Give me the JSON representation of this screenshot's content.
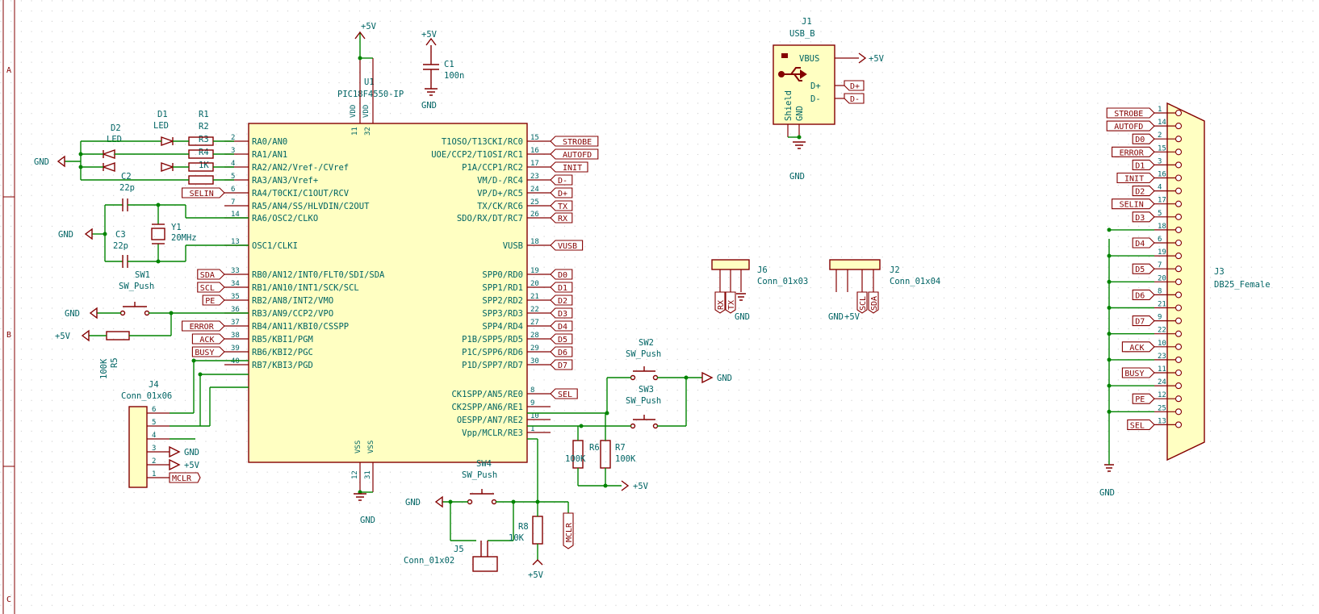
{
  "frame": {
    "rows": [
      "A",
      "B",
      "C"
    ]
  },
  "mcu": {
    "ref": "U1",
    "value": "PIC18F4550-IP",
    "left_pins": [
      {
        "name": "RA0/AN0",
        "num": "2"
      },
      {
        "name": "RA1/AN1",
        "num": "3"
      },
      {
        "name": "RA2/AN2/Vref-/CVref",
        "num": "4"
      },
      {
        "name": "RA3/AN3/Vref+",
        "num": "5"
      },
      {
        "name": "RA4/T0CKI/C1OUT/RCV",
        "num": "6"
      },
      {
        "name": "RA5/AN4/SS/HLVDIN/C2OUT",
        "num": "7"
      },
      {
        "name": "RA6/OSC2/CLKO",
        "num": "14"
      },
      {
        "name": "OSC1/CLKI",
        "num": "13"
      },
      {
        "name": "RB0/AN12/INT0/FLT0/SDI/SDA",
        "num": "33"
      },
      {
        "name": "RB1/AN10/INT1/SCK/SCL",
        "num": "34"
      },
      {
        "name": "RB2/AN8/INT2/VMO",
        "num": "35"
      },
      {
        "name": "RB3/AN9/CCP2/VPO",
        "num": "36"
      },
      {
        "name": "RB4/AN11/KBI0/CSSPP",
        "num": "37"
      },
      {
        "name": "RB5/KBI1/PGM",
        "num": "38"
      },
      {
        "name": "RB6/KBI2/PGC",
        "num": "39"
      },
      {
        "name": "RB7/KBI3/PGD",
        "num": "40"
      }
    ],
    "right_pins": [
      {
        "name": "T1OSO/T13CKI/RC0",
        "num": "15"
      },
      {
        "name": "UOE/CCP2/T1OSI/RC1",
        "num": "16"
      },
      {
        "name": "P1A/CCP1/RC2",
        "num": "17"
      },
      {
        "name": "VM/D-/RC4",
        "num": "23"
      },
      {
        "name": "VP/D+/RC5",
        "num": "24"
      },
      {
        "name": "TX/CK/RC6",
        "num": "25"
      },
      {
        "name": "SDO/RX/DT/RC7",
        "num": "26"
      },
      {
        "name": "VUSB",
        "num": "18"
      },
      {
        "name": "SPP0/RD0",
        "num": "19"
      },
      {
        "name": "SPP1/RD1",
        "num": "20"
      },
      {
        "name": "SPP2/RD2",
        "num": "21"
      },
      {
        "name": "SPP3/RD3",
        "num": "22"
      },
      {
        "name": "SPP4/RD4",
        "num": "27"
      },
      {
        "name": "P1B/SPP5/RD5",
        "num": "28"
      },
      {
        "name": "P1C/SPP6/RD6",
        "num": "29"
      },
      {
        "name": "P1D/SPP7/RD7",
        "num": "30"
      },
      {
        "name": "CK1SPP/AN5/RE0",
        "num": "8"
      },
      {
        "name": "CK2SPP/AN6/RE1",
        "num": "9"
      },
      {
        "name": "OESPP/AN7/RE2",
        "num": "10"
      },
      {
        "name": "Vpp/MCLR/RE3",
        "num": "1"
      }
    ],
    "top_pins": [
      {
        "name": "VDD",
        "num": "11"
      },
      {
        "name": "VDD",
        "num": "32"
      }
    ],
    "bottom_pins": [
      {
        "name": "VSS",
        "num": "12"
      },
      {
        "name": "VSS",
        "num": "31"
      }
    ]
  },
  "mcu_left_labels": [
    "_SELIN",
    "SDA",
    "SCL",
    "PE",
    "_ERROR",
    "_ACK",
    "BUSY"
  ],
  "mcu_right_labels": [
    "_STROBE",
    "_AUTOFD",
    "_INIT",
    "D-",
    "D+",
    "TX",
    "RX",
    "VUSB",
    "D0",
    "D1",
    "D2",
    "D3",
    "D4",
    "D5",
    "D6",
    "D7",
    "SEL"
  ],
  "power": {
    "vcc": "+5V",
    "gnd": "GND"
  },
  "c1": {
    "ref": "C1",
    "value": "100n"
  },
  "leds": {
    "d1_ref": "D1",
    "d1_val": "LED",
    "d2_ref": "D2",
    "d2_val": "LED",
    "r1": "R1",
    "r2": "R2",
    "r3": "R3",
    "r4": "R4",
    "r_val": "1K",
    "c2": "C2",
    "c2_val": "22p",
    "c3": "C3",
    "c3_val": "22p",
    "y1": "Y1",
    "y1_val": "20MHz"
  },
  "sw1": {
    "ref": "SW1",
    "value": "SW_Push"
  },
  "r5": {
    "ref": "R5",
    "value": "100K"
  },
  "j4": {
    "ref": "J4",
    "value": "Conn_01x06",
    "label": "MCLR"
  },
  "sw2": {
    "ref": "SW2",
    "value": "SW_Push"
  },
  "sw3": {
    "ref": "SW3",
    "value": "SW_Push"
  },
  "r6": {
    "ref": "R6",
    "value": "100K"
  },
  "r7": {
    "ref": "R7",
    "value": "100K"
  },
  "sw4": {
    "ref": "SW4",
    "value": "SW_Push"
  },
  "r8": {
    "ref": "R8",
    "value": "10K"
  },
  "j5": {
    "ref": "J5",
    "value": "Conn_01x02"
  },
  "mclr_label": "MCLR",
  "j1": {
    "ref": "J1",
    "value": "USB_B",
    "vbus": "VBUS",
    "dp": "D+",
    "dm": "D-",
    "shield": "Shield",
    "gnd": "GND"
  },
  "j6": {
    "ref": "J6",
    "value": "Conn_01x03",
    "labels": [
      "RX",
      "TX",
      "GND"
    ]
  },
  "j2": {
    "ref": "J2",
    "value": "Conn_01x04",
    "labels": [
      "GND",
      "+5V",
      "SCL",
      "SDA"
    ]
  },
  "j3": {
    "ref": "J3",
    "value": "DB25_Female",
    "pins": [
      {
        "num": "1",
        "label": "_STROBE"
      },
      {
        "num": "14",
        "label": "_AUTOFD"
      },
      {
        "num": "2",
        "label": "D0"
      },
      {
        "num": "15",
        "label": "_ERROR"
      },
      {
        "num": "3",
        "label": "D1"
      },
      {
        "num": "16",
        "label": "_INIT"
      },
      {
        "num": "4",
        "label": "D2"
      },
      {
        "num": "17",
        "label": "_SELIN"
      },
      {
        "num": "5",
        "label": "D3"
      },
      {
        "num": "18",
        "label": ""
      },
      {
        "num": "6",
        "label": "D4"
      },
      {
        "num": "19",
        "label": ""
      },
      {
        "num": "7",
        "label": "D5"
      },
      {
        "num": "20",
        "label": ""
      },
      {
        "num": "8",
        "label": "D6"
      },
      {
        "num": "21",
        "label": ""
      },
      {
        "num": "9",
        "label": "D7"
      },
      {
        "num": "22",
        "label": ""
      },
      {
        "num": "10",
        "label": "_ACK"
      },
      {
        "num": "23",
        "label": ""
      },
      {
        "num": "11",
        "label": "BUSY"
      },
      {
        "num": "24",
        "label": ""
      },
      {
        "num": "12",
        "label": "PE"
      },
      {
        "num": "25",
        "label": ""
      },
      {
        "num": "13",
        "label": "SEL"
      }
    ]
  }
}
